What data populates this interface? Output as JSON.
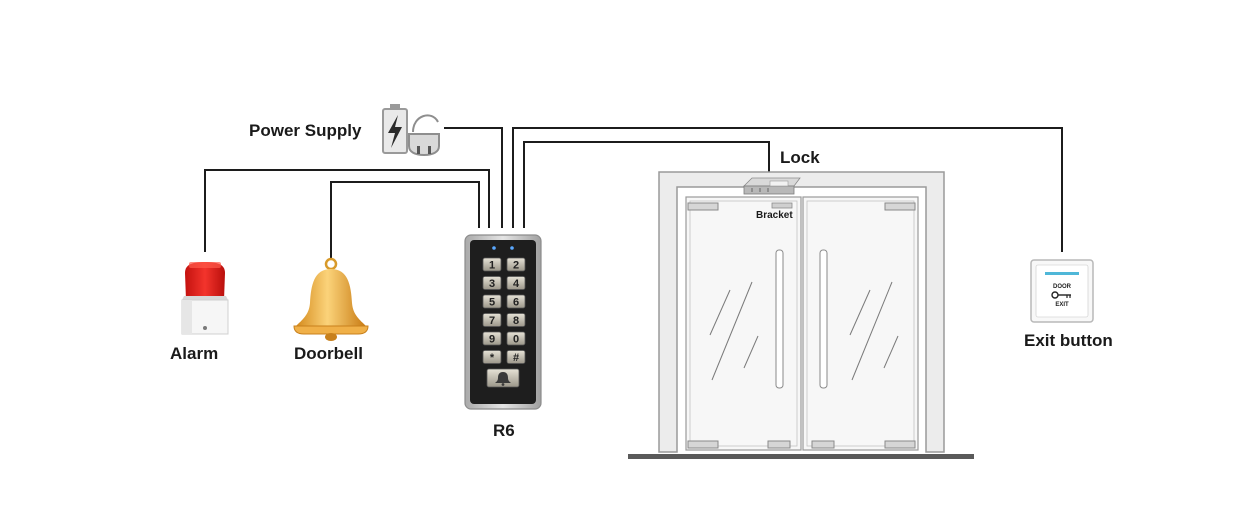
{
  "labels": {
    "power_supply": "Power Supply",
    "lock": "Lock",
    "bracket": "Bracket",
    "alarm": "Alarm",
    "doorbell": "Doorbell",
    "controller": "R6",
    "exit_button": "Exit button"
  },
  "keypad": {
    "keys": [
      "1",
      "2",
      "3",
      "4",
      "5",
      "6",
      "7",
      "8",
      "9",
      "0",
      "*",
      "#"
    ]
  },
  "exit_button_plate": {
    "line1": "DOOR",
    "line2": "EXIT"
  },
  "icons": {
    "power": "battery-plug-icon",
    "alarm": "siren-icon",
    "doorbell": "bell-icon",
    "lock": "magnetic-lock-icon",
    "exit": "key-icon",
    "keypad_bottom": "bell-key-icon"
  },
  "colors": {
    "wire": "#1c1c1c",
    "alarm_red": "#e0201c",
    "bell_gold": "#f3b33f",
    "keypad_frame": "#c8c8c8",
    "keypad_face": "#1e1e1e",
    "door_frame": "#eaeaea",
    "floor": "#5a5a5a"
  }
}
